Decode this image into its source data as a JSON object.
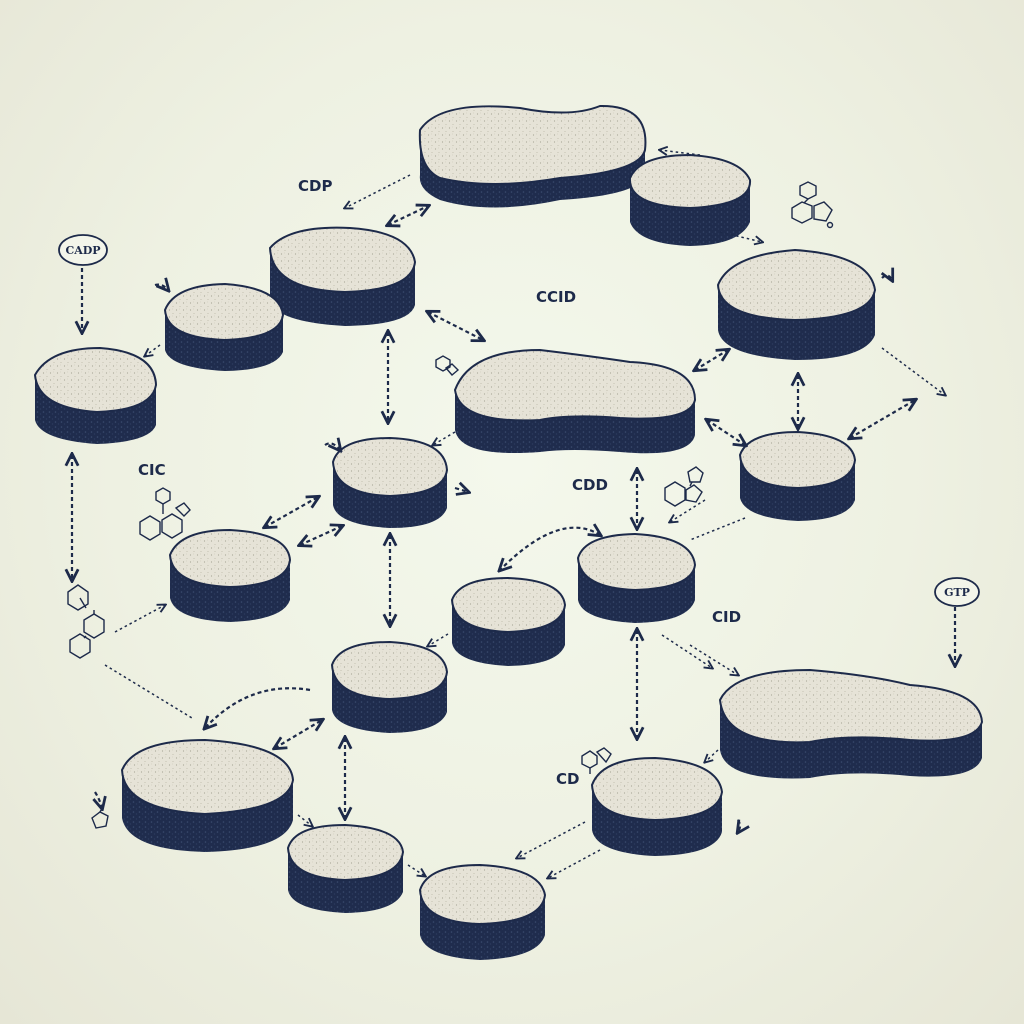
{
  "labels": {
    "cdp_top": "CDP",
    "ccid": "CCID",
    "cic": "CIC",
    "cdd": "CDD",
    "cid": "CID",
    "cd": "CD"
  },
  "bubbles": {
    "cadp": "CADP",
    "gtp": "GTP"
  },
  "colors": {
    "background": "#eef1e2",
    "slab_side": "#1d2a4a",
    "slab_top": "#e4e2d6",
    "ink": "#1d2a4a"
  }
}
